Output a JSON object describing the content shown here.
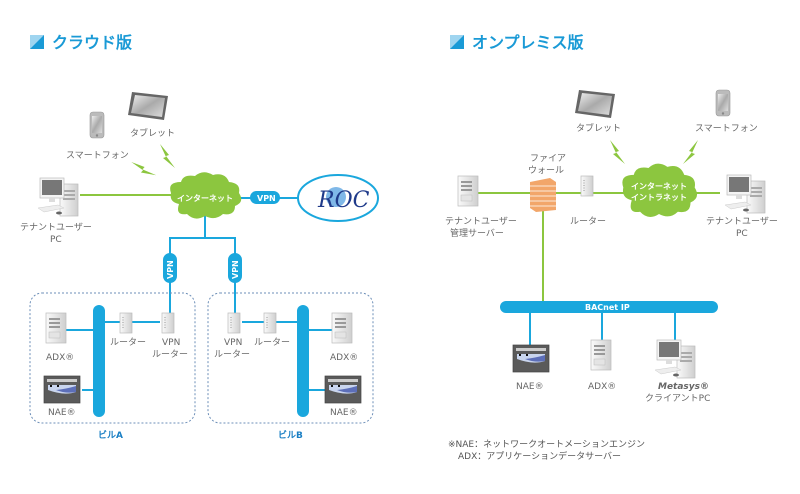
{
  "colors": {
    "accent": "#1a9ad6",
    "wan": "#8cc63f",
    "lan": "#1aa7dd",
    "firewall": "#f2a66a"
  },
  "cloud_section": {
    "title": "クラウド版",
    "tablet": "タブレット",
    "smartphone": "スマートフォン",
    "tenant_pc_line1": "テナントユーザー",
    "tenant_pc_line2": "PC",
    "internet": "インターネット",
    "vpn": "VPN",
    "roc_logo": "ROC",
    "building_a": {
      "label": "ビルA",
      "vpn": "VPN",
      "router": "ルーター",
      "vpn_router_line1": "VPN",
      "vpn_router_line2": "ルーター",
      "adx": "ADX®",
      "nae": "NAE®"
    },
    "building_b": {
      "label": "ビルB",
      "vpn": "VPN",
      "router": "ルーター",
      "vpn_router_line1": "VPN",
      "vpn_router_line2": "ルーター",
      "adx": "ADX®",
      "nae": "NAE®"
    }
  },
  "onprem_section": {
    "title": "オンプレミス版",
    "tablet": "タブレット",
    "smartphone": "スマートフォン",
    "firewall_line1": "ファイア",
    "firewall_line2": "ウォール",
    "server_line1": "テナントユーザー",
    "server_line2": "管理サーバー",
    "router": "ルーター",
    "cloud_line1": "インターネット",
    "cloud_line2": "イントラネット",
    "tenant_pc_line1": "テナントユーザー",
    "tenant_pc_line2": "PC",
    "bacnet": "BACnet IP",
    "nae": "NAE®",
    "adx": "ADX®",
    "metasys_line1": "Metasys®",
    "metasys_line2": "クライアントPC"
  },
  "footnote": {
    "line1": "※NAE：ネットワークオートメーションエンジン",
    "line2": "ADX：アプリケーションデータサーバー"
  }
}
